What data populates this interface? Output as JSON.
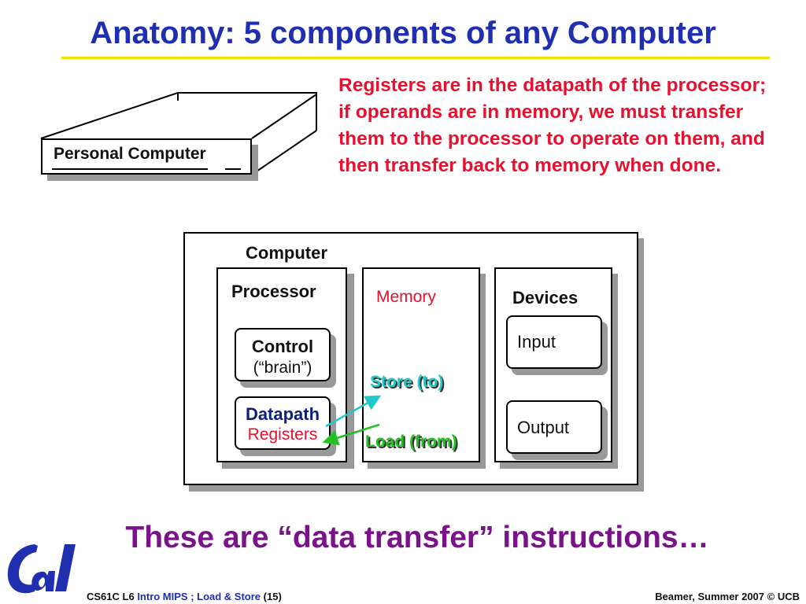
{
  "slide": {
    "title": "Anatomy: 5 components of any Computer",
    "note": "Registers are in the datapath of the processor;  if operands are in memory, we must transfer them to the processor to operate on them, and then transfer back to memory when done.",
    "bottom_text": "These are “data transfer” instructions…"
  },
  "pc": {
    "label": "Personal Computer"
  },
  "diagram": {
    "computer": "Computer",
    "processor": "Processor",
    "control": "Control",
    "brain": "(“brain”)",
    "datapath": "Datapath",
    "registers": "Registers",
    "memory": "Memory",
    "devices": "Devices",
    "input": "Input",
    "output": "Output",
    "store": "Store (to)",
    "load": "Load (from)"
  },
  "footer": {
    "course": "CS61C L6 ",
    "topic": "Intro MIPS ; Load & Store",
    "page": " (15)",
    "credit": "Beamer, Summer 2007 © UCB"
  },
  "colors": {
    "title": "#1f2fb0",
    "note": "#e8102e",
    "memory_label": "#e8102e",
    "datapath_label": "#0b1f7a",
    "store_arrow": "#20c8c8",
    "load_arrow": "#22c022",
    "bottom_text": "#7a128a",
    "logo": "#1f2fb0",
    "underline": "#f0e000"
  }
}
